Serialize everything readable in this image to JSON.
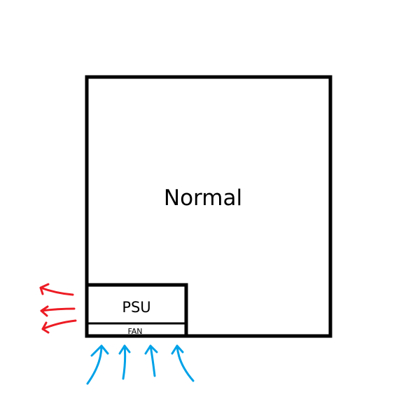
{
  "diagram": {
    "case_label": "Normal",
    "psu_label": "PSU",
    "fan_label": "FAN",
    "colors": {
      "outline": "#000000",
      "exhaust_arrows": "#ed1c24",
      "intake_arrows": "#00a2e8",
      "background": "#ffffff"
    },
    "exhaust_arrow_count": 3,
    "intake_arrow_count": 4
  }
}
